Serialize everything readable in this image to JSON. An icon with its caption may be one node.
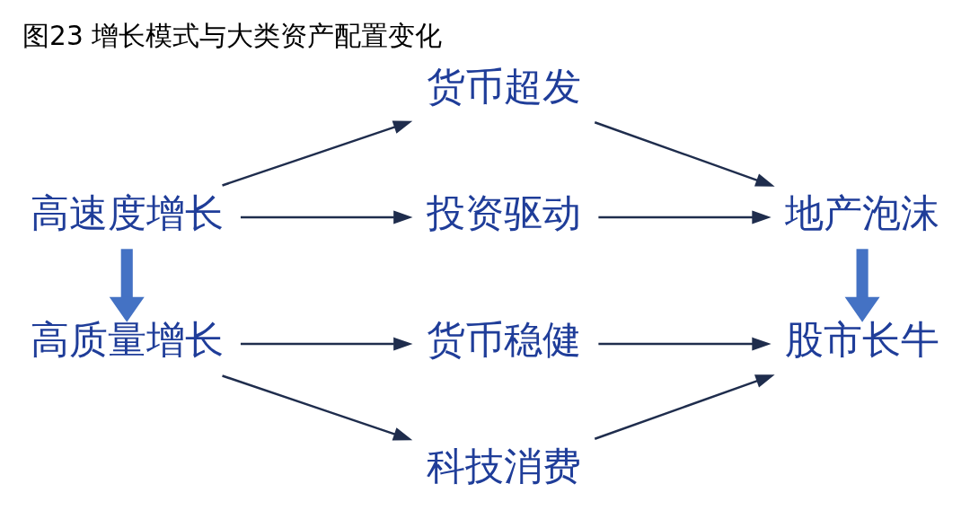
{
  "diagram": {
    "title": "图23 增长模式与大类资产配置变化",
    "nodes": [
      {
        "text": [
          "高速度增长"
        ]
      },
      {
        "text": [
          "货币超发"
        ]
      },
      {
        "text": [
          "投资驱动"
        ]
      },
      {
        "text": [
          "地产泡沫"
        ]
      },
      {
        "text": [
          "高质量增长"
        ]
      },
      {
        "text": [
          "货币稳健"
        ]
      },
      {
        "text": [
          "科技消费"
        ]
      },
      {
        "text": [
          "股市长牛"
        ]
      }
    ],
    "edges": [
      {
        "from": 0,
        "to": 1,
        "arrow": "to"
      },
      {
        "from": 0,
        "to": 2,
        "arrow": "to"
      },
      {
        "from": 1,
        "to": 3,
        "arrow": "to"
      },
      {
        "from": 2,
        "to": 3,
        "arrow": "to"
      },
      {
        "from": 0,
        "to": 4,
        "arrow": "to",
        "style": "thick",
        "color": "#4472c4"
      },
      {
        "from": 3,
        "to": 7,
        "arrow": "to",
        "style": "thick",
        "color": "#4472c4"
      },
      {
        "from": 4,
        "to": 5,
        "arrow": "to"
      },
      {
        "from": 4,
        "to": 6,
        "arrow": "to"
      },
      {
        "from": 5,
        "to": 7,
        "arrow": "to"
      },
      {
        "from": 6,
        "to": 7,
        "arrow": "to"
      }
    ]
  }
}
